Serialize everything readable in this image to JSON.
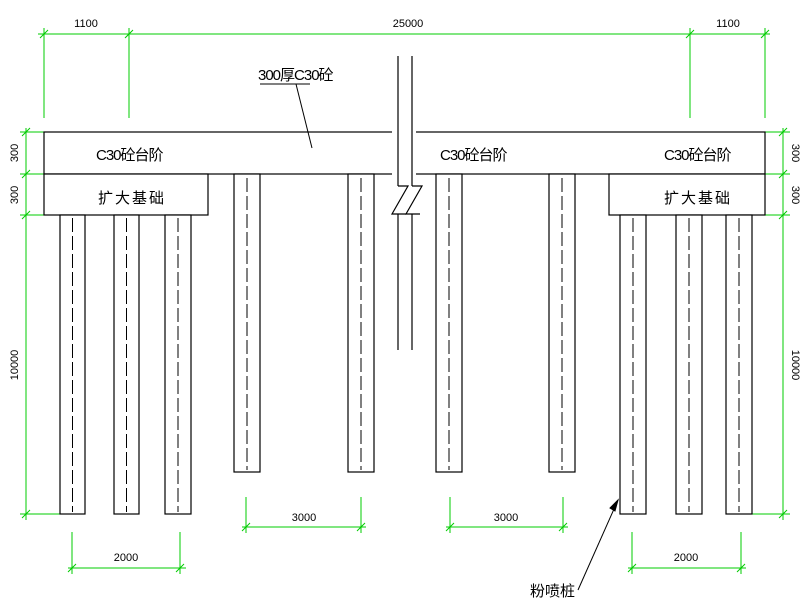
{
  "colors": {
    "line": "#000000",
    "dimension": "#00cc00",
    "background": "#ffffff"
  },
  "dimensions": {
    "top_left": "1100",
    "top_middle": "25000",
    "top_right": "1100",
    "left_cap_height": "300",
    "left_base_height": "300",
    "left_pile_length": "10000",
    "right_cap_height": "300",
    "right_base_height": "300",
    "right_pile_length": "10000",
    "left_group_spacing": "2000",
    "center_left_spacing": "3000",
    "center_right_spacing": "3000",
    "right_group_spacing": "2000"
  },
  "labels": {
    "top_slab_note": "300厚C30砼",
    "cap_left": "C30砼台阶",
    "cap_middle": "C30砼台阶",
    "cap_right": "C30砼台阶",
    "base_left": "扩大基础",
    "base_right": "扩大基础",
    "pile_note": "粉喷桩"
  },
  "icons": {
    "break_symbol": "break-line-icon",
    "leader_arrow": "arrow-icon"
  }
}
